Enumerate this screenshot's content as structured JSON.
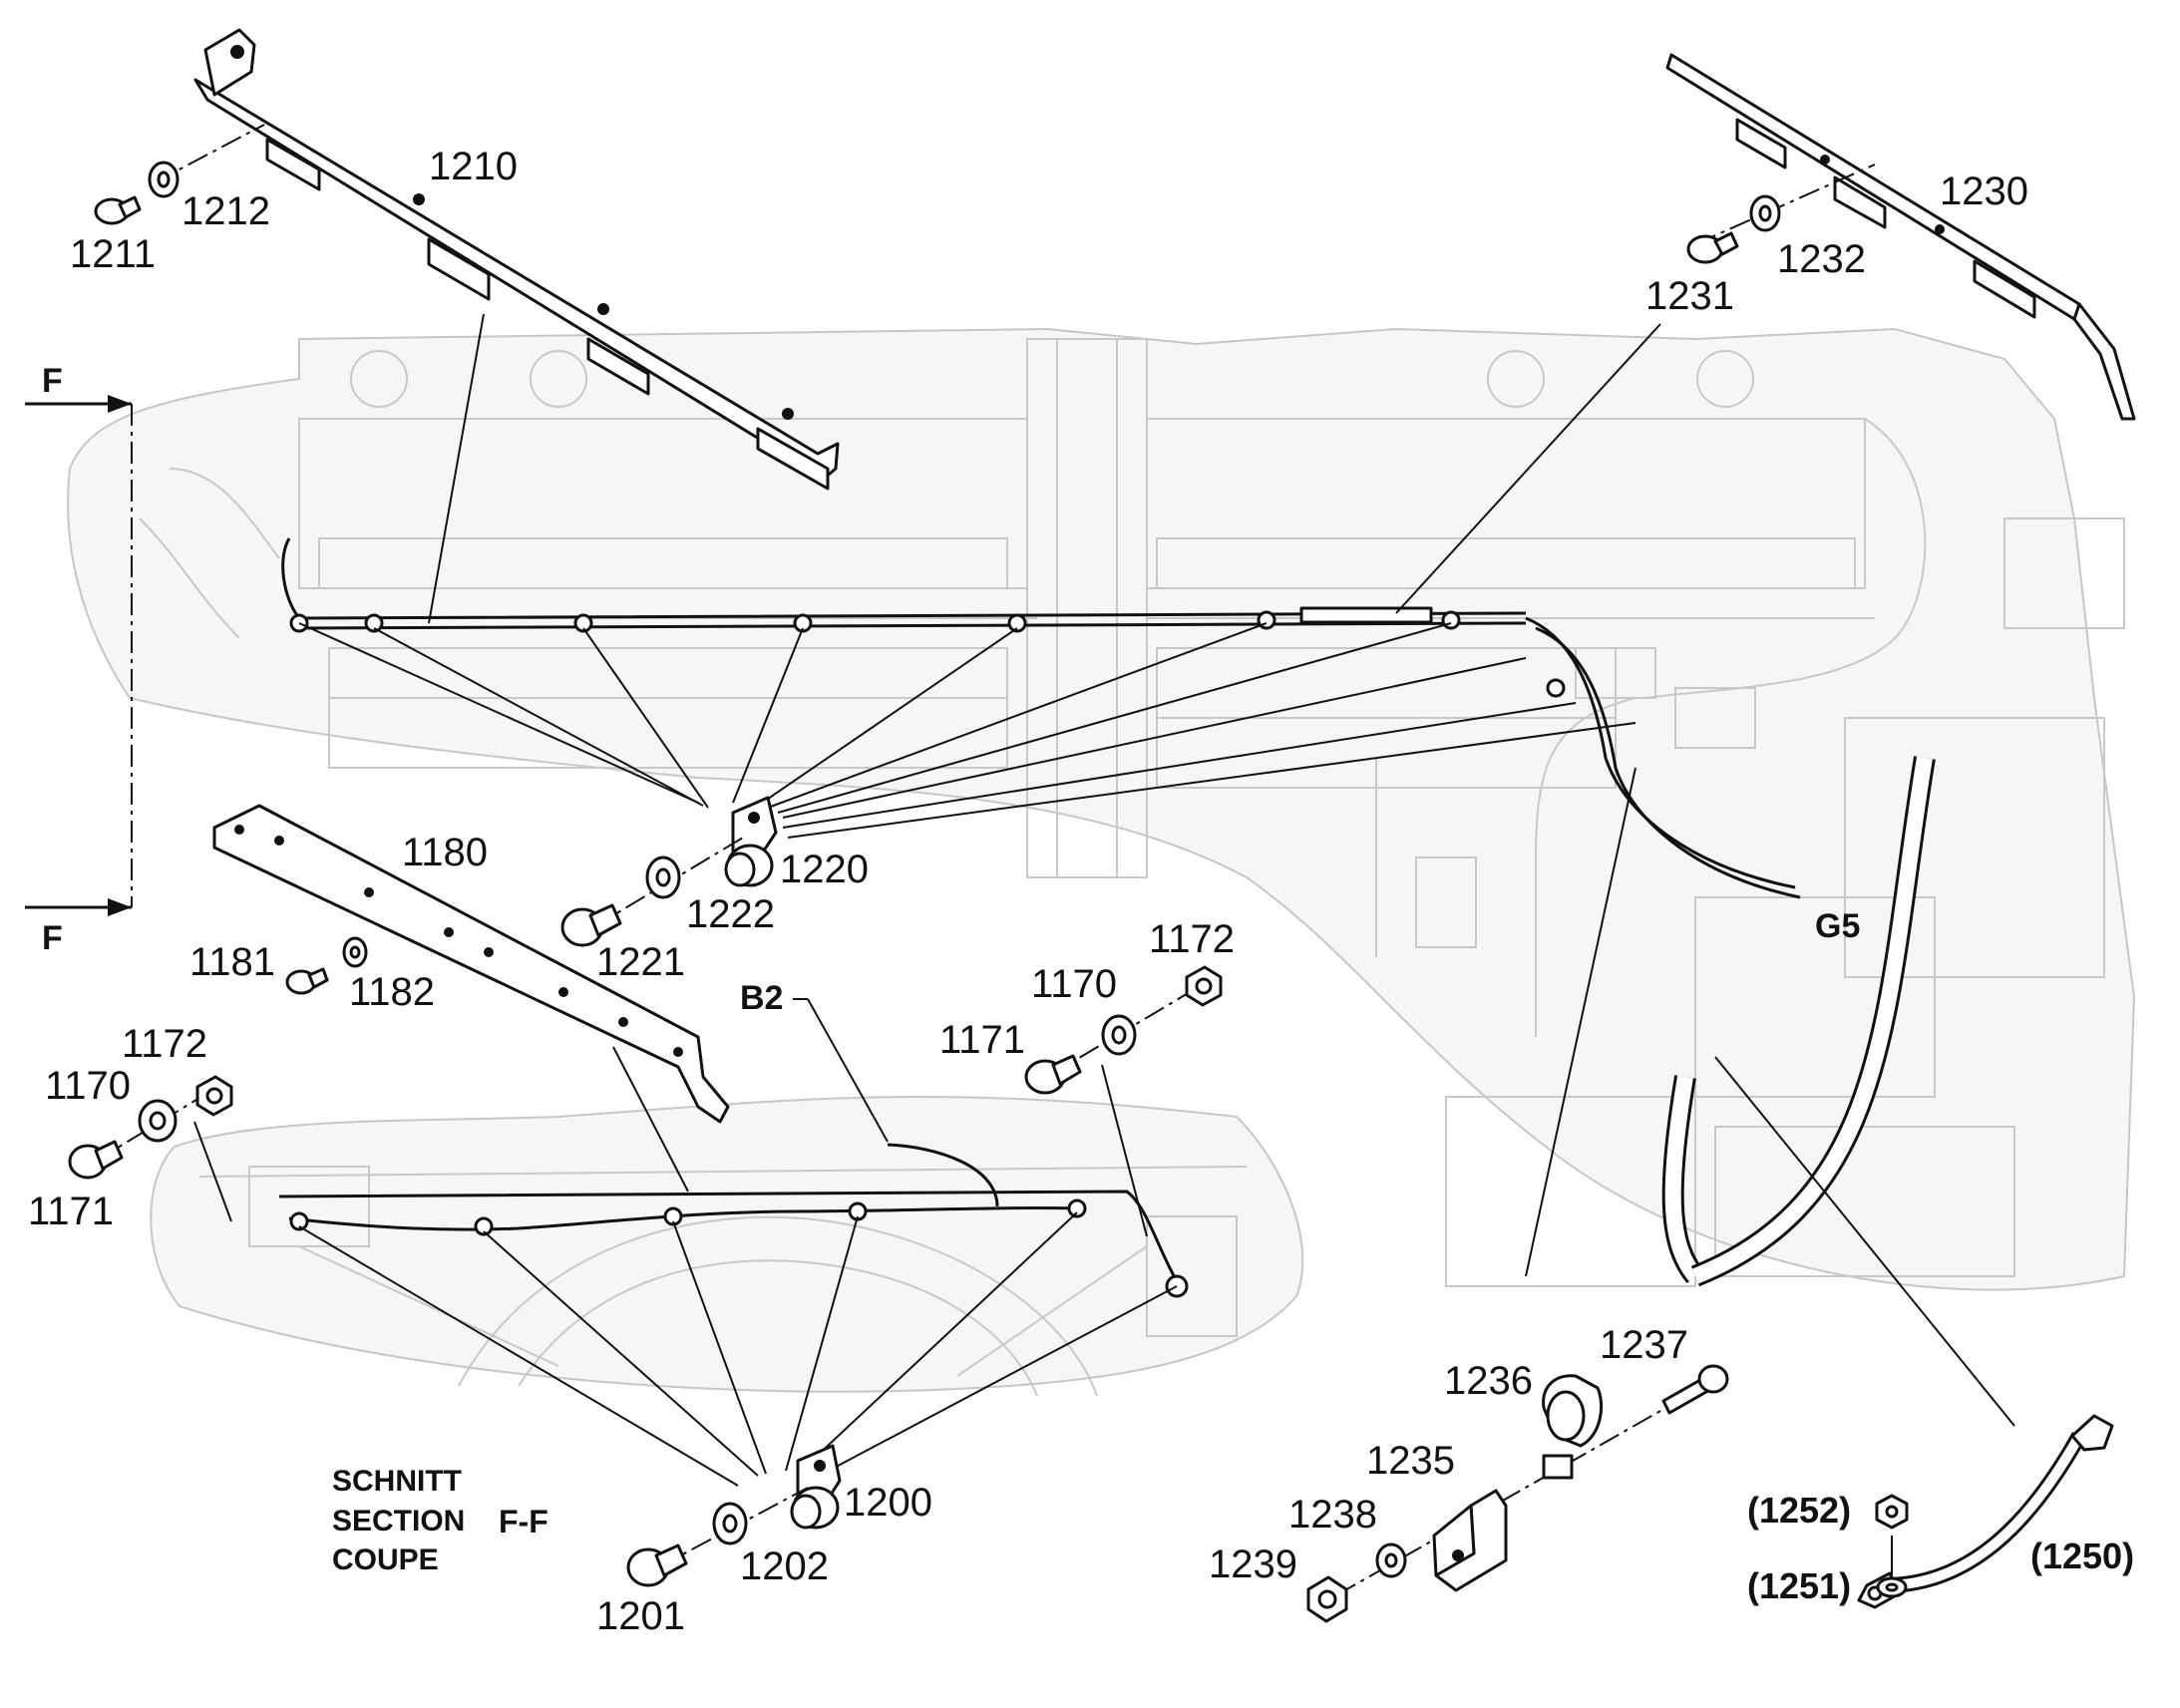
{
  "diagram": {
    "callouts": {
      "c1210": "1210",
      "c1211": "1211",
      "c1212": "1212",
      "c1230": "1230",
      "c1231": "1231",
      "c1232": "1232",
      "c1220": "1220",
      "c1221": "1221",
      "c1222": "1222",
      "c1180": "1180",
      "c1181": "1181",
      "c1182": "1182",
      "c1172a": "1172",
      "c1170a": "1170",
      "c1171a": "1171",
      "c1172b": "1172",
      "c1170b": "1170",
      "c1171b": "1171",
      "c1200": "1200",
      "c1201": "1201",
      "c1202": "1202",
      "c1235": "1235",
      "c1236": "1236",
      "c1237": "1237",
      "c1238": "1238",
      "c1239": "1239",
      "c1250": "(1250)",
      "c1251": "(1251)",
      "c1252": "(1252)"
    },
    "markers": {
      "f_top": "F",
      "f_bottom": "F",
      "b2": "B2",
      "g5": "G5"
    },
    "section_label": {
      "line1": "SCHNITT",
      "line2": "SECTION",
      "line3": "COUPE",
      "id": "F-F"
    }
  }
}
